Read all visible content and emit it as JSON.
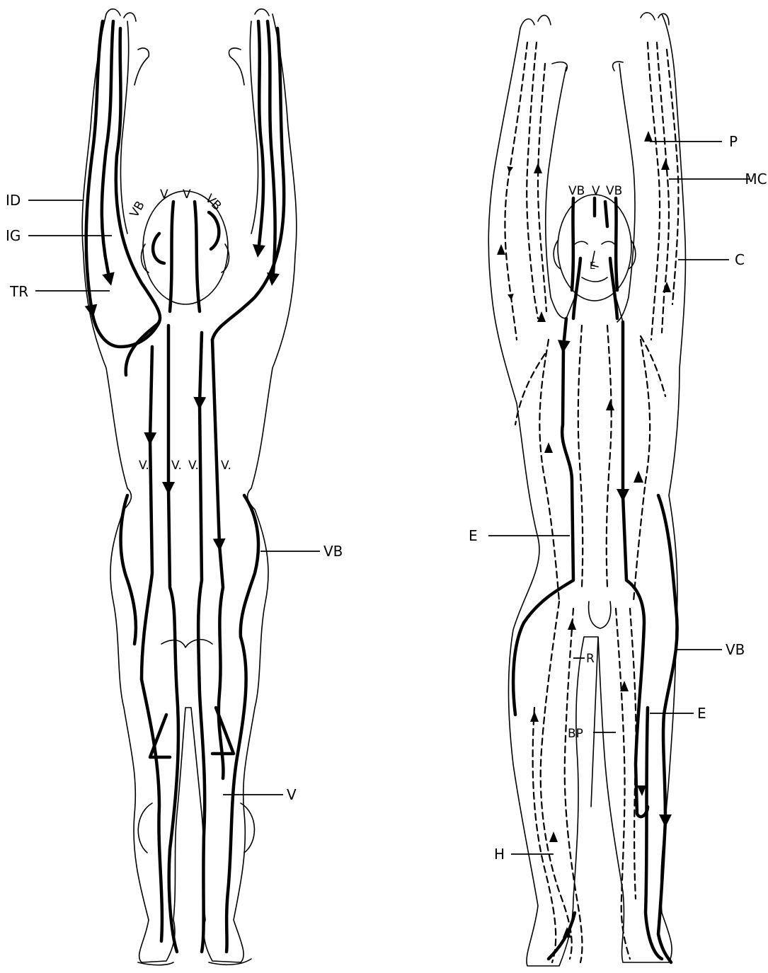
{
  "back_figure": {
    "labels": {
      "id": "ID",
      "ig": "IG",
      "tr": "TR",
      "head_vb_left": "VB",
      "head_v_left": "V",
      "head_v_right": "V",
      "head_vb_right": "VB",
      "back_v1": "V.",
      "back_v2": "V.",
      "back_v3": "V.",
      "back_v4": "V.",
      "hip_vb": "VB",
      "leg_v": "V"
    }
  },
  "front_figure": {
    "labels": {
      "head_vb_left": "VB",
      "head_v": "V",
      "head_vb_right": "VB",
      "face_e": "E",
      "p": "P",
      "mc": "MC",
      "c": "C",
      "e_left": "E",
      "vb_right": "VB",
      "r": "R",
      "e_right": "E",
      "bp": "BP",
      "h": "H"
    }
  },
  "colors": {
    "ink": "#000000",
    "paper": "#ffffff"
  }
}
